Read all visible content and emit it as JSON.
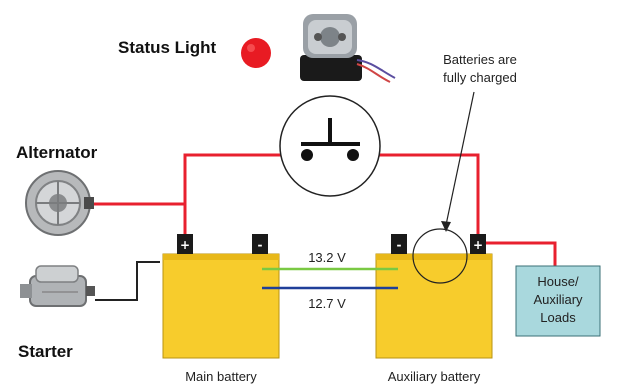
{
  "labels": {
    "status_light": "Status Light",
    "alternator": "Alternator",
    "starter": "Starter",
    "note_line1": "Batteries are",
    "note_line2": "fully charged",
    "main_battery": "Main battery",
    "aux_battery": "Auxiliary battery",
    "voltage_main": "13.2 V",
    "voltage_aux": "12.7 V",
    "load_line1": "House/",
    "load_line2": "Auxiliary",
    "load_line3": "Loads",
    "plus": "+",
    "minus": "-"
  },
  "colors": {
    "wire_positive": "#e8202f",
    "wire_negative": "#222222",
    "battery_fill": "#f7cc2c",
    "battery_top": "#f0c020",
    "load_box": "#a9d8dd",
    "status_light": "#e81b23",
    "line_main": "#7ac943",
    "line_aux": "#1f3f99"
  },
  "icons": {
    "status_light": "red-dot-icon",
    "relay": "relay-solenoid-icon",
    "alternator": "alternator-icon",
    "starter": "starter-motor-icon",
    "switch": "switch-symbol-icon"
  }
}
